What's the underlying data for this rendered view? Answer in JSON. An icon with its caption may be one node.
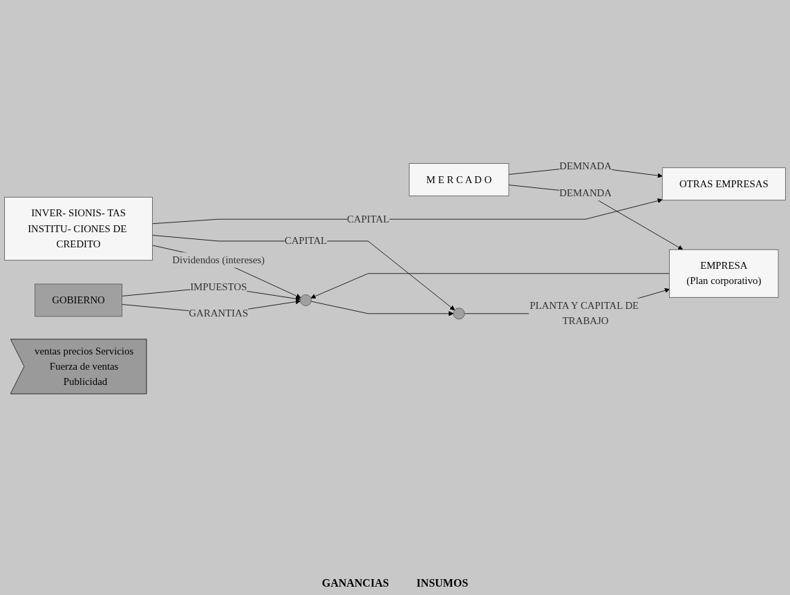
{
  "diagram": {
    "nodes": [
      {
        "text": [
          "INVER- SIONIS- TAS",
          "INSTITU- CIONES DE CREDITO"
        ]
      },
      {
        "text": [
          "GOBIERNO"
        ]
      },
      {
        "text": [
          "M E R C A D O"
        ]
      },
      {
        "text": [],
        "shape": "circle"
      },
      {
        "text": [
          "EMPRESA",
          "(Plan corporativo)"
        ]
      },
      {
        "text": [],
        "shape": "circle"
      },
      {
        "text": [
          "ventas precios Servicios Fuerza de ventas Publicidad"
        ]
      },
      {
        "text": [
          "OTRAS EMPRESAS"
        ]
      }
    ],
    "edges": [
      {
        "from": 1,
        "to": 3,
        "label": "GARANTIAS",
        "arrow": "to"
      },
      {
        "from": 1,
        "to": 3,
        "label": "IMPUESTOS",
        "arrow": "to"
      },
      {
        "from": 2,
        "to": 4,
        "label": "DEMANDA",
        "arrow": "to"
      },
      {
        "from": 0,
        "to": 3,
        "label": "Dividendos (intereses)",
        "arrow": "to"
      },
      {
        "from": 4,
        "to": 3,
        "arrow": "to"
      },
      {
        "from": 3,
        "to": 5,
        "arrow": "to"
      },
      {
        "from": 0,
        "to": 5,
        "label": "CAPITAL",
        "arrow": "to"
      },
      {
        "from": 5,
        "to": 4,
        "label": "PLANTA Y CAPITAL DE TRABAJO",
        "arrow": "to"
      },
      {
        "from": 0,
        "to": 7,
        "label": "CAPITAL",
        "arrow": "to"
      },
      {
        "from": 2,
        "to": 7,
        "label": "DEMNADA",
        "arrow": "to"
      }
    ],
    "labels": [
      "GANANCIAS",
      "INSUMOS"
    ]
  }
}
